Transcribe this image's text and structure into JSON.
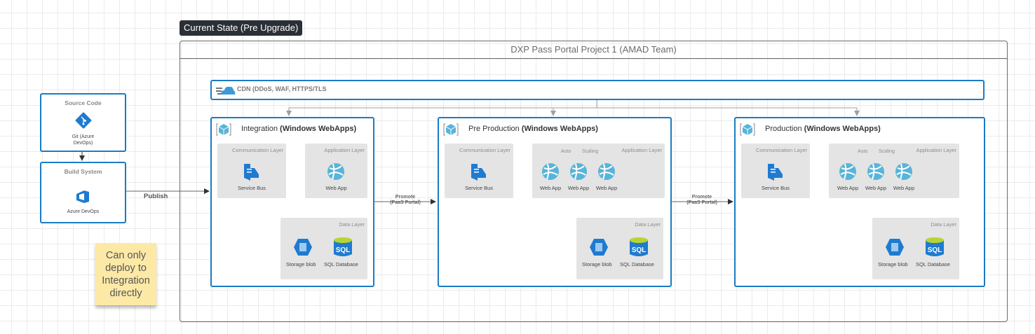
{
  "state_tag": "Current State (Pre Upgrade)",
  "project": {
    "title": "DXP Pass Portal Project 1 (AMAD Team)",
    "cdn_label": "CDN (DDoS, WAF, HTTPS/TLS"
  },
  "pipeline": {
    "source": {
      "title": "Source Code",
      "icon": "git-icon",
      "caption_line1": "Git (Azure",
      "caption_line2": "DevOps)"
    },
    "build": {
      "title": "Build System",
      "icon": "azure-devops-icon",
      "caption": "Azure DevOps"
    },
    "publish_label": "Publish"
  },
  "promote": {
    "line1": "Promote",
    "line2": "(PaaS Portal)"
  },
  "environments": [
    {
      "name": "Integration",
      "platform": "(Windows WebApps)",
      "communication_layer": {
        "title": "Communication Layer",
        "service": "Service Bus"
      },
      "application_layer": {
        "title": "Application Layer",
        "apps": [
          "Web App"
        ],
        "autoscale_label": ""
      },
      "data_layer": {
        "title": "Data Layer",
        "storage": "Storage blob",
        "database": "SQL Database",
        "db_glyph": "SQL"
      }
    },
    {
      "name": "Pre Production",
      "platform": "(Windows WebApps)",
      "communication_layer": {
        "title": "Communication Layer",
        "service": "Service Bus"
      },
      "application_layer": {
        "title": "Application Layer",
        "apps": [
          "Web App",
          "Web App",
          "Web App"
        ],
        "autoscale_label_1": "Auto",
        "autoscale_label_2": "Scaling"
      },
      "data_layer": {
        "title": "Data Layer",
        "storage": "Storage blob",
        "database": "SQL Database",
        "db_glyph": "SQL"
      }
    },
    {
      "name": "Production",
      "platform": "(Windows WebApps)",
      "communication_layer": {
        "title": "Communication Layer",
        "service": "Service Bus"
      },
      "application_layer": {
        "title": "Application Layer",
        "apps": [
          "Web App",
          "Web App",
          "Web App"
        ],
        "autoscale_label_1": "Auto",
        "autoscale_label_2": "Scaling"
      },
      "data_layer": {
        "title": "Data Layer",
        "storage": "Storage blob",
        "database": "SQL Database",
        "db_glyph": "SQL"
      }
    }
  ],
  "sticky_note": "Can only deploy to Integration directly",
  "colors": {
    "accent_blue": "#1b7bc4",
    "layer_gray": "#e4e4e4",
    "sticky_yellow": "#fde9a6",
    "tag_dark": "#2b2f36"
  }
}
